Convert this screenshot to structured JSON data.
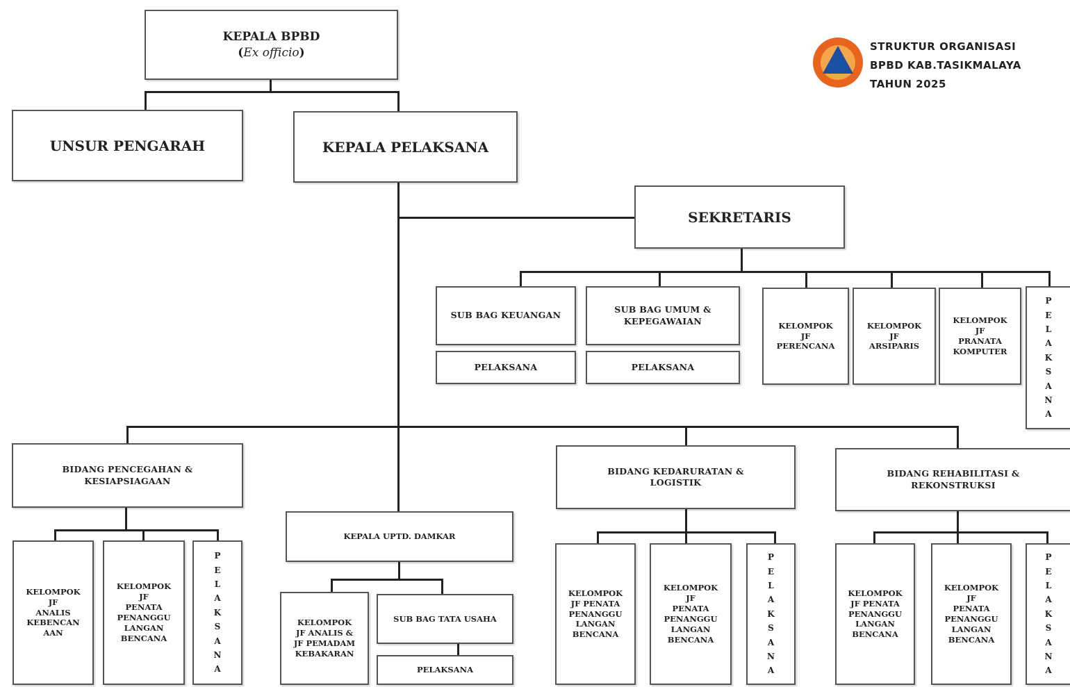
{
  "legend": {
    "line1": "STRUKTUR ORGANISASI",
    "line2": "BPBD KAB.TASIKMALAYA",
    "line3": "TAHUN 2025"
  },
  "nodes": {
    "kepala_bpbd": "KEPALA BPBD",
    "kepala_bpbd_sub": "Ex officio",
    "unsur_pengarah": "UNSUR PENGARAH",
    "kepala_pelaksana": "KEPALA PELAKSANA",
    "sekretaris": "SEKRETARIS",
    "subbag_keuangan": "SUB BAG KEUANGAN",
    "subbag_umum": "SUB BAG UMUM &\nKEPEGAWAIAN",
    "pelaksana": "PELAKSANA",
    "kel_perencana": "KELOMPOK\nJF\nPERENCANA",
    "kel_arsiparis": "KELOMPOK\nJF\nARSIPARIS",
    "kel_pranata": "KELOMPOK\nJF\nPRANATA\nKOMPUTER",
    "vertical_pelaksana": [
      "P",
      "E",
      "L",
      "A",
      "K",
      "S",
      "A",
      "N",
      "A"
    ],
    "bidang_pencegahan": "BIDANG PENCEGAHAN &\nKESIAPSIAGAAN",
    "kel_analis": "KELOMPOK\nJF\nANALIS\nKEBENCAN\nAAN",
    "kel_penata_a": "KELOMPOK\nJF\nPENATA\nPENANGGU\nLANGAN\nBENCANA",
    "kepala_uptd": "KEPALA UPTD. DAMKAR",
    "kel_damkar": "KELOMPOK\nJF ANALIS &\nJF PEMADAM\nKEBAKARAN",
    "subbag_tata_usaha": "SUB BAG TATA USAHA",
    "bidang_kedaruratan": "BIDANG KEDARURATAN &\nLOGISTIK",
    "kel_penata_b": "KELOMPOK\nJF PENATA\nPENANGGU\nLANGAN\nBENCANA",
    "kel_penata_c": "KELOMPOK\nJF\nPENATA\nPENANGGU\nLANGAN\nBENCANA",
    "bidang_rehab": "BIDANG REHABILITASI &\nREKONSTRUKSI",
    "kel_penata_d": "KELOMPOK\nJF PENATA\nPENANGGU\nLANGAN\nBENCANA",
    "kel_penata_e": "KELOMPOK\nJF\nPENATA\nPENANGGU\nLANGAN\nBENCANA"
  }
}
